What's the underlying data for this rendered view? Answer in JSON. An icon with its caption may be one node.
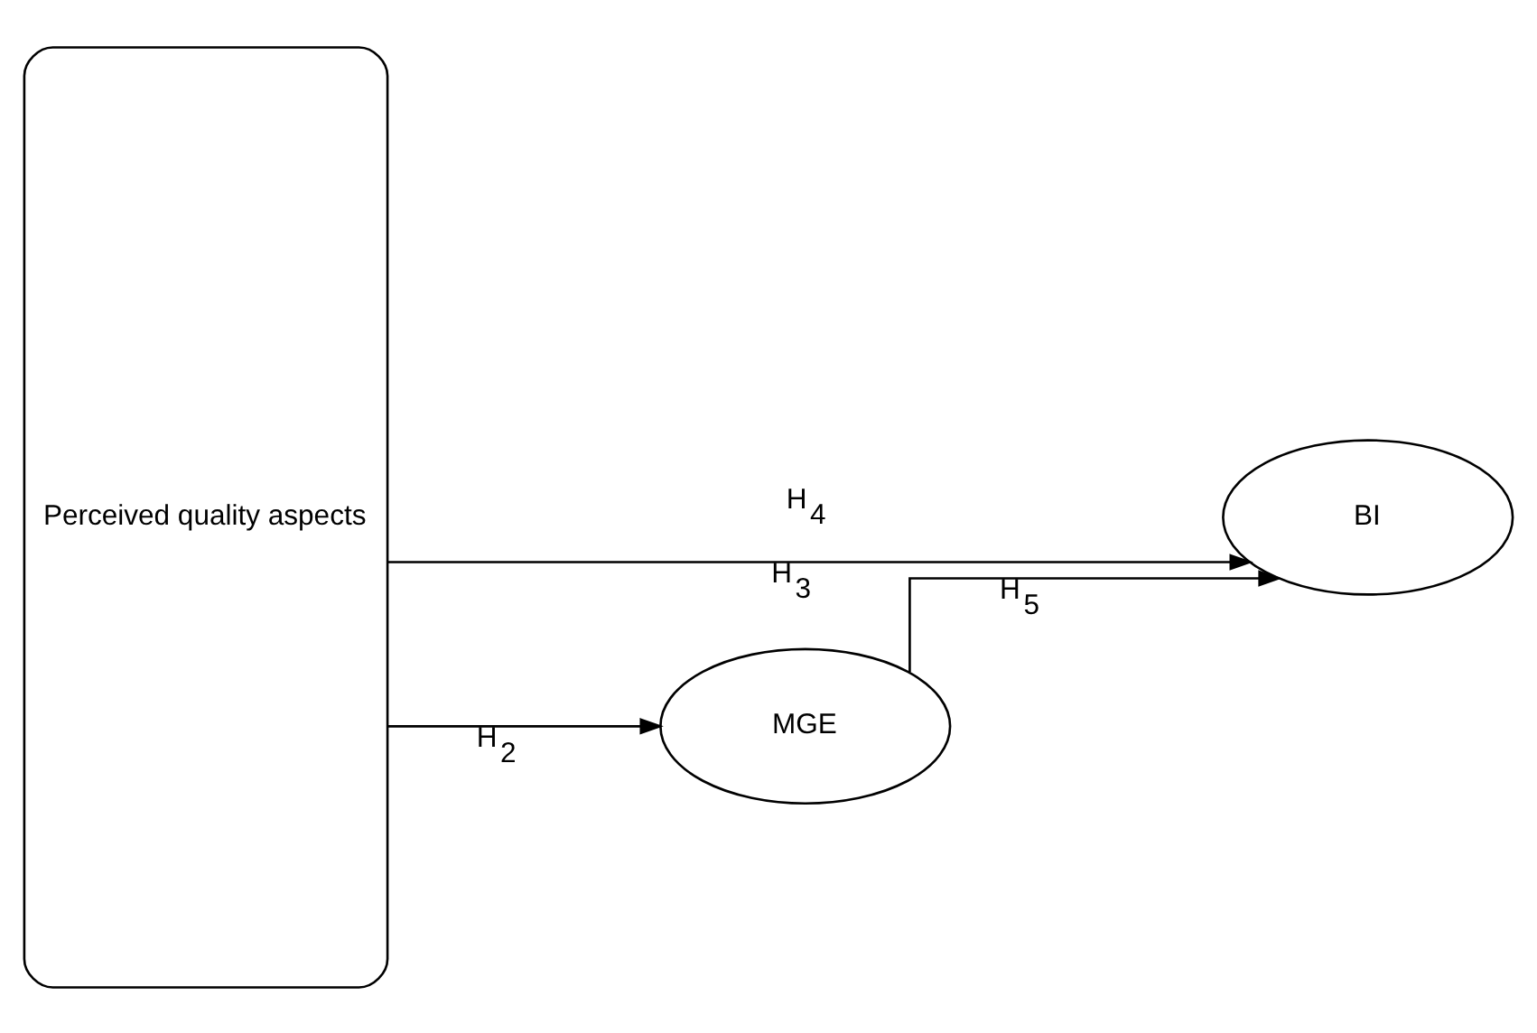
{
  "diagram": {
    "nodes": [
      {
        "text": [
          "Perceived quality aspects"
        ]
      },
      {
        "text": [
          "MGE"
        ]
      },
      {
        "text": [
          "BI"
        ]
      }
    ],
    "edges": [
      {
        "from": 0,
        "to": 1,
        "arrow": "to",
        "label": "H$_{2}$"
      },
      {
        "from": 1,
        "to": 2,
        "arrow": "to",
        "label": "H$_{5}$"
      },
      {
        "from": 0,
        "to": 2,
        "arrow": "to",
        "label": "H$_{3}$"
      }
    ],
    "labels": [
      "H$_{4}$"
    ]
  }
}
